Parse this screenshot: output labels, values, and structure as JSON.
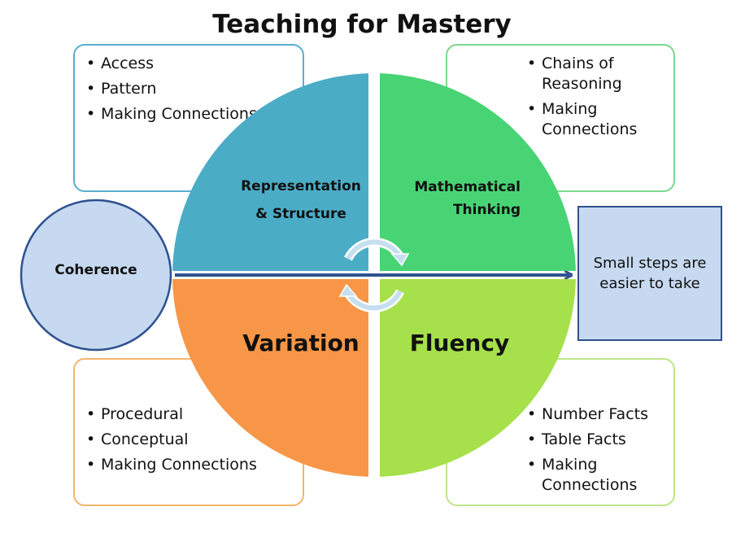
{
  "title": "Teaching for Mastery",
  "colors": {
    "representation": "#4bacc6",
    "thinking": "#48d474",
    "variation": "#f79646",
    "fluency": "#a6e04a",
    "coherence_fill": "#c6d9f0",
    "arrow": "#2f528f"
  },
  "segments": {
    "representation": {
      "label_line1": "Representation",
      "label_line2": "& Structure"
    },
    "thinking": {
      "label_line1": "Mathematical",
      "label_line2": "Thinking"
    },
    "variation": {
      "label": "Variation"
    },
    "fluency": {
      "label": "Fluency"
    }
  },
  "boxes": {
    "representation": [
      "Access",
      "Pattern",
      "Making Connections"
    ],
    "thinking": [
      "Chains of Reasoning",
      "Making Connections"
    ],
    "variation": [
      "Procedural",
      "Conceptual",
      "Making Connections"
    ],
    "fluency": [
      "Number Facts",
      "Table Facts",
      "Making Connections"
    ]
  },
  "coherence": "Coherence",
  "small_steps": "Small steps are easier to take",
  "icons": [
    "cycle-arrows-icon",
    "right-arrow-icon"
  ]
}
